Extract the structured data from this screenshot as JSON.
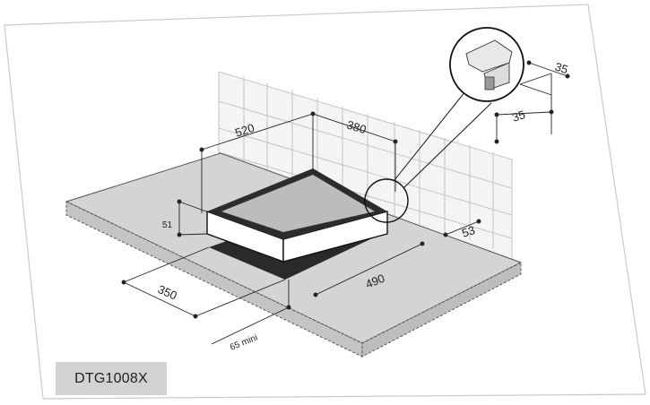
{
  "model": "DTG1008X",
  "dimensions": {
    "cutout_depth": "520",
    "cutout_width": "380",
    "height": "51",
    "wall_gap": "53",
    "hob_width": "490",
    "hob_depth": "350",
    "front_min": "65 mini",
    "detail_top": "35",
    "detail_side": "35"
  },
  "colors": {
    "frame": "#c9c9c9",
    "counter_top": "#d4d4d4",
    "glass": "#bcbcbc",
    "cutout": "#2a2a2a",
    "label_bg": "#d2d2d2"
  }
}
